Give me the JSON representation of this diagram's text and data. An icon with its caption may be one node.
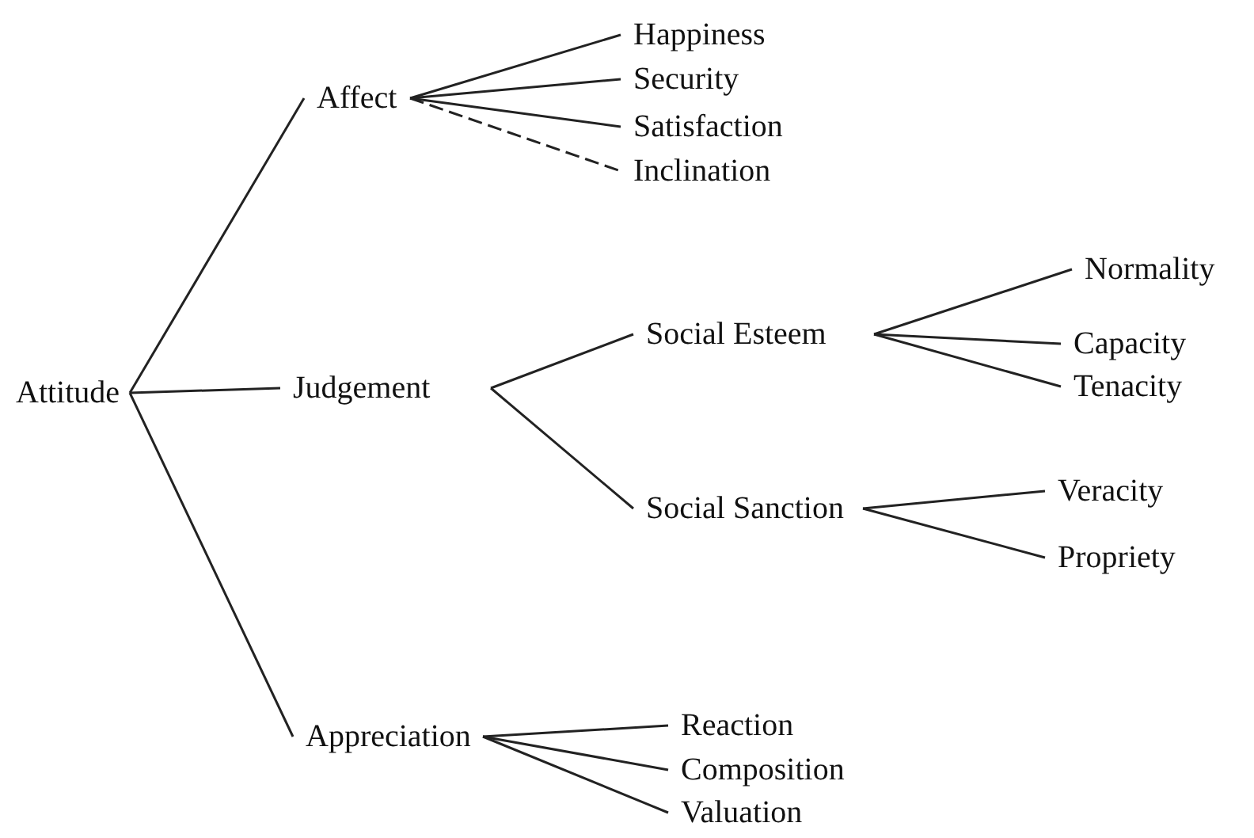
{
  "diagram": {
    "nodes": [
      {
        "text": [
          "Attitude"
        ]
      },
      {
        "text": [
          "Affect"
        ]
      },
      {
        "text": [
          "Judgement"
        ]
      },
      {
        "text": [
          "Appreciation"
        ]
      },
      {
        "text": [
          "Happiness"
        ]
      },
      {
        "text": [
          "Security"
        ]
      },
      {
        "text": [
          "Satisfaction"
        ]
      },
      {
        "text": [
          "Inclination"
        ]
      },
      {
        "text": [
          "Social Esteem"
        ]
      },
      {
        "text": [
          "Social Sanction"
        ]
      },
      {
        "text": [
          "Normality"
        ]
      },
      {
        "text": [
          "Capacity"
        ]
      },
      {
        "text": [
          "Tenacity"
        ]
      },
      {
        "text": [
          "Veracity"
        ]
      },
      {
        "text": [
          "Propriety"
        ]
      },
      {
        "text": [
          "Reaction"
        ]
      },
      {
        "text": [
          "Composition"
        ]
      },
      {
        "text": [
          "Valuation"
        ]
      }
    ],
    "edges": [
      {
        "from": 0,
        "to": 1,
        "arrow": "none"
      },
      {
        "from": 0,
        "to": 2,
        "arrow": "none"
      },
      {
        "from": 0,
        "to": 3,
        "arrow": "none"
      },
      {
        "from": 1,
        "to": 4,
        "arrow": "none"
      },
      {
        "from": 1,
        "to": 5,
        "arrow": "none"
      },
      {
        "from": 1,
        "to": 6,
        "arrow": "none"
      },
      {
        "from": 1,
        "to": 7,
        "arrow": "none",
        "style": "dashed"
      },
      {
        "from": 2,
        "to": 8,
        "arrow": "none"
      },
      {
        "from": 2,
        "to": 9,
        "arrow": "none"
      },
      {
        "from": 8,
        "to": 10,
        "arrow": "none"
      },
      {
        "from": 8,
        "to": 11,
        "arrow": "none"
      },
      {
        "from": 8,
        "to": 12,
        "arrow": "none"
      },
      {
        "from": 9,
        "to": 13,
        "arrow": "none"
      },
      {
        "from": 9,
        "to": 14,
        "arrow": "none"
      },
      {
        "from": 3,
        "to": 15,
        "arrow": "none"
      },
      {
        "from": 3,
        "to": 16,
        "arrow": "none"
      },
      {
        "from": 3,
        "to": 17,
        "arrow": "none"
      }
    ]
  }
}
